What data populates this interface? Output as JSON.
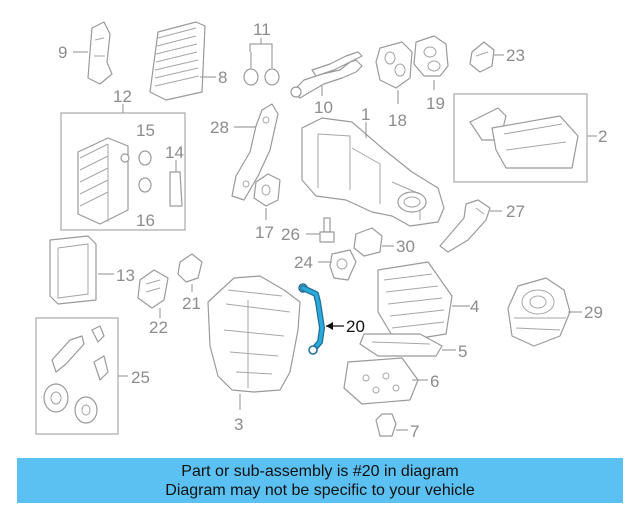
{
  "highlight": {
    "part_number": "20",
    "color": "#2ba9d9"
  },
  "callouts": [
    "1",
    "2",
    "3",
    "4",
    "5",
    "6",
    "7",
    "8",
    "9",
    "10",
    "11",
    "12",
    "13",
    "14",
    "15",
    "16",
    "17",
    "18",
    "19",
    "20",
    "21",
    "22",
    "23",
    "24",
    "25",
    "26",
    "27",
    "28",
    "29",
    "30"
  ],
  "banner": {
    "line1": "Part or sub-assembly is #20 in diagram",
    "line2": "Diagram may not be specific to your vehicle",
    "color": "#5bc0f2"
  }
}
